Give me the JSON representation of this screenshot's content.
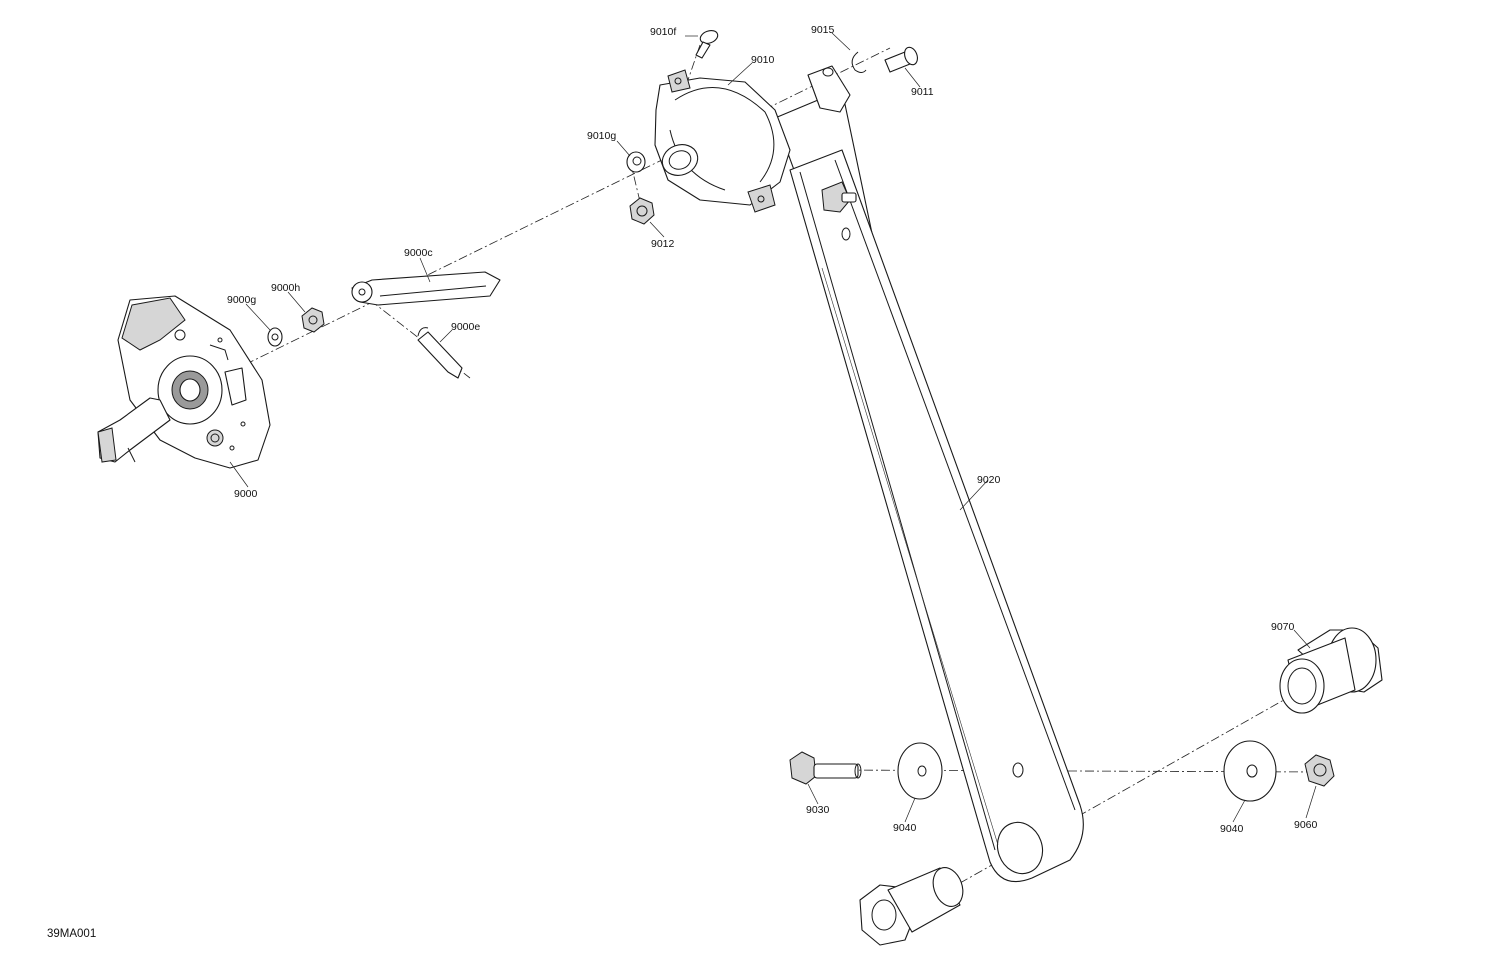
{
  "diagram_code": "39MA001",
  "callouts": {
    "p9000": "9000",
    "p9000c": "9000c",
    "p9000e": "9000e",
    "p9000g": "9000g",
    "p9000h": "9000h",
    "p9010": "9010",
    "p9010f": "9010f",
    "p9010g": "9010g",
    "p9011": "9011",
    "p9012": "9012",
    "p9015": "9015",
    "p9020": "9020",
    "p9030": "9030",
    "p9040a": "9040",
    "p9040b": "9040",
    "p9060": "9060",
    "p9070": "9070"
  }
}
